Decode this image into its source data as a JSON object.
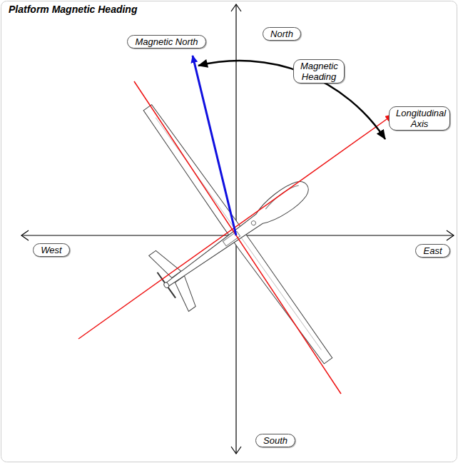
{
  "diagram": {
    "title": "Platform Magnetic Heading",
    "nodes": [
      {
        "text": [
          "Magnetic North"
        ]
      },
      {
        "text": [
          "North"
        ]
      },
      {
        "text": [
          "Magnetic Heading"
        ]
      },
      {
        "text": [
          "Longitudinal Axis"
        ]
      },
      {
        "text": [
          "West"
        ]
      },
      {
        "text": [
          "East"
        ]
      },
      {
        "text": [
          "South"
        ]
      }
    ]
  }
}
